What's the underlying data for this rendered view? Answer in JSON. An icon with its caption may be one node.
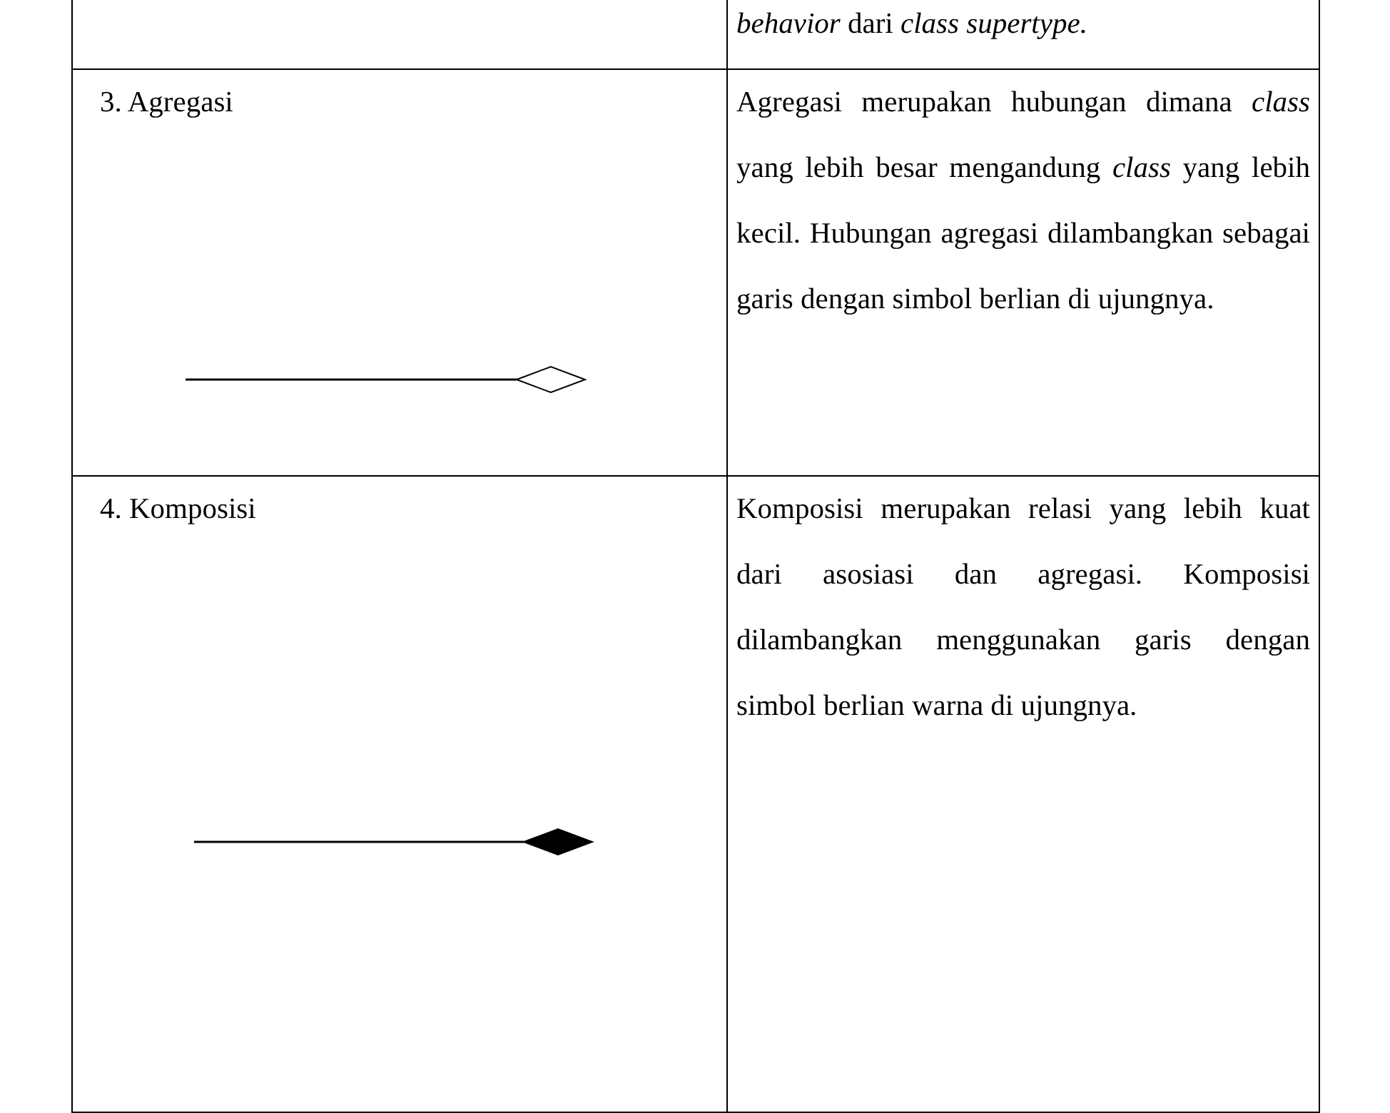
{
  "diagram": {
    "labels": [
      "*behavior* dari *class supertype.*",
      "3. Agregasi",
      "Agregasi merupakan hubungan dimana *class* yang lebih besar mengandung *class* yang lebih kecil. Hubungan agregasi dilambangkan sebagai garis dengan simbol berlian di ujungnya.",
      "4. Komposisi",
      "Komposisi merupakan relasi yang lebih kuat dari asosiasi dan agregasi. Komposisi dilambangkan menggunakan garis dengan simbol berlian warna di ujungnya."
    ]
  }
}
